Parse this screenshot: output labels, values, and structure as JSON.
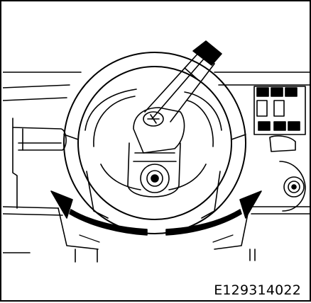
{
  "figure": {
    "code": "E129314022"
  },
  "colors": {
    "line": "#000000",
    "background": "#ffffff",
    "shade": "#8a8a8a"
  },
  "icons": [
    "steering-wheel",
    "steering-column-lock-lever",
    "ignition-lock-cylinder",
    "rotation-arrow-left",
    "rotation-arrow-right"
  ]
}
